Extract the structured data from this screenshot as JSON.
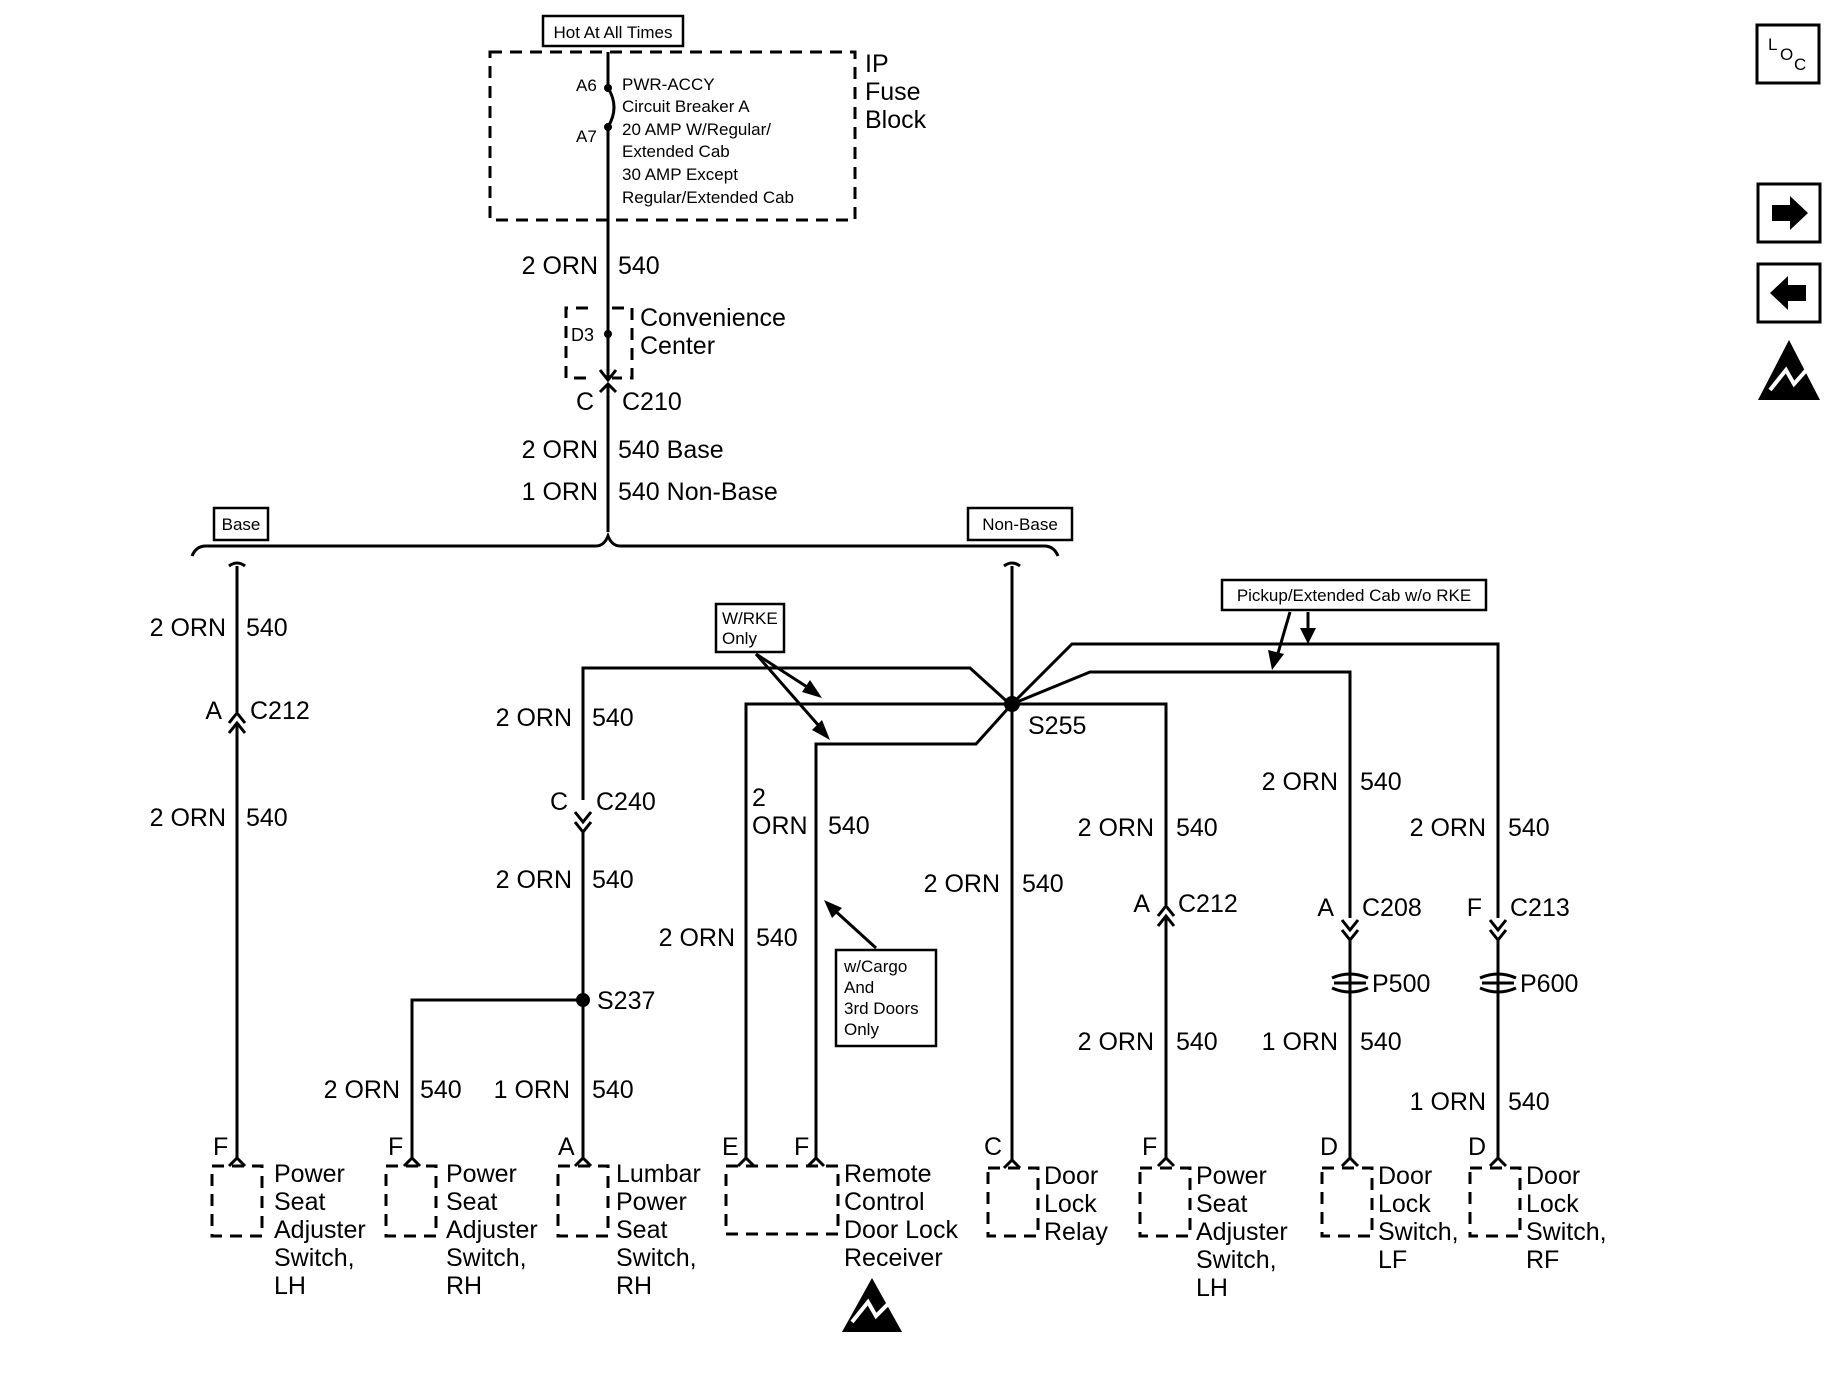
{
  "fuse_block": {
    "hot_label": "Hot At All Times",
    "title": [
      "IP",
      "Fuse",
      "Block"
    ],
    "pin_a6": "A6",
    "pin_a7": "A7",
    "breaker_lines": [
      "PWR-ACCY",
      "Circuit Breaker A",
      "20 AMP W/Regular/",
      "Extended Cab",
      "30 AMP Except",
      "Regular/Extended Cab"
    ]
  },
  "feed": {
    "wire_top_gauge": "2 ORN",
    "wire_top_circuit": "540",
    "convenience_pin": "D3",
    "convenience_title": [
      "Convenience",
      "Center"
    ],
    "c210_pin": "C",
    "c210_connector": "C210",
    "base_gauge": "2 ORN",
    "base_circuit": "540 Base",
    "nonbase_gauge": "1 ORN",
    "nonbase_circuit": "540 Non-Base",
    "base_tag": "Base",
    "nonbase_tag": "Non-Base"
  },
  "base_branch": {
    "wire1_gauge": "2 ORN",
    "wire1_circuit": "540",
    "conn_pin": "A",
    "conn_name": "C212",
    "wire2_gauge": "2 ORN",
    "wire2_circuit": "540"
  },
  "lumbar_branch": {
    "wire1_gauge": "2 ORN",
    "wire1_circuit": "540",
    "conn_pin": "C",
    "conn_name": "C240",
    "wire2_gauge": "2 ORN",
    "wire2_circuit": "540",
    "splice": "S237",
    "rh_gauge": "2 ORN",
    "rh_circuit": "540",
    "lumbar_gauge": "1 ORN",
    "lumbar_circuit": "540"
  },
  "nonbase_branch": {
    "splice": "S255",
    "rke_tag": [
      "W/RKE",
      "Only"
    ],
    "pickup_tag": "Pickup/Extended Cab w/o RKE",
    "cargo_tag": [
      "w/Cargo",
      "And",
      "3rd Doors",
      "Only"
    ],
    "remote_e_gauge": "2 ORN",
    "remote_e_circuit": "540",
    "remote_f_gauge": [
      "2",
      "ORN"
    ],
    "remote_f_circuit": "540",
    "relay_gauge": "2 ORN",
    "relay_circuit": "540",
    "lh_gauge1": "2 ORN",
    "lh_circuit1": "540",
    "lh_conn_pin": "A",
    "lh_conn_name": "C212",
    "lh_gauge2": "2 ORN",
    "lh_circuit2": "540",
    "lf_gauge1": "2 ORN",
    "lf_circuit1": "540",
    "lf_conn_pin": "A",
    "lf_conn_name": "C208",
    "lf_p": "P500",
    "lf_gauge2": "1 ORN",
    "lf_circuit2": "540",
    "rf_gauge1": "2 ORN",
    "rf_circuit1": "540",
    "rf_conn_pin": "F",
    "rf_conn_name": "C213",
    "rf_p": "P600",
    "rf_gauge2": "1 ORN",
    "rf_circuit2": "540"
  },
  "components": [
    {
      "pin": "F",
      "lines": [
        "Power",
        "Seat",
        "Adjuster",
        "Switch,",
        "LH"
      ]
    },
    {
      "pin": "F",
      "lines": [
        "Power",
        "Seat",
        "Adjuster",
        "Switch,",
        "RH"
      ]
    },
    {
      "pin": "A",
      "lines": [
        "Lumbar",
        "Power",
        "Seat",
        "Switch,",
        "RH"
      ]
    },
    {
      "pin": "E",
      "pin2": "F",
      "lines": [
        "Remote",
        "Control",
        "Door Lock",
        "Receiver"
      ]
    },
    {
      "pin": "C",
      "lines": [
        "Door",
        "Lock",
        "Relay"
      ]
    },
    {
      "pin": "F",
      "lines": [
        "Power",
        "Seat",
        "Adjuster",
        "Switch,",
        "LH"
      ]
    },
    {
      "pin": "D",
      "lines": [
        "Door",
        "Lock",
        "Switch,",
        "LF"
      ]
    },
    {
      "pin": "D",
      "lines": [
        "Door",
        "Lock",
        "Switch,",
        "RF"
      ]
    }
  ],
  "nav": {
    "loc_l": "L",
    "loc_o": "O",
    "loc_c": "C",
    "next_icon": "arrow-right-icon",
    "prev_icon": "arrow-left-icon",
    "esd_icon": "esd-warning-icon"
  }
}
